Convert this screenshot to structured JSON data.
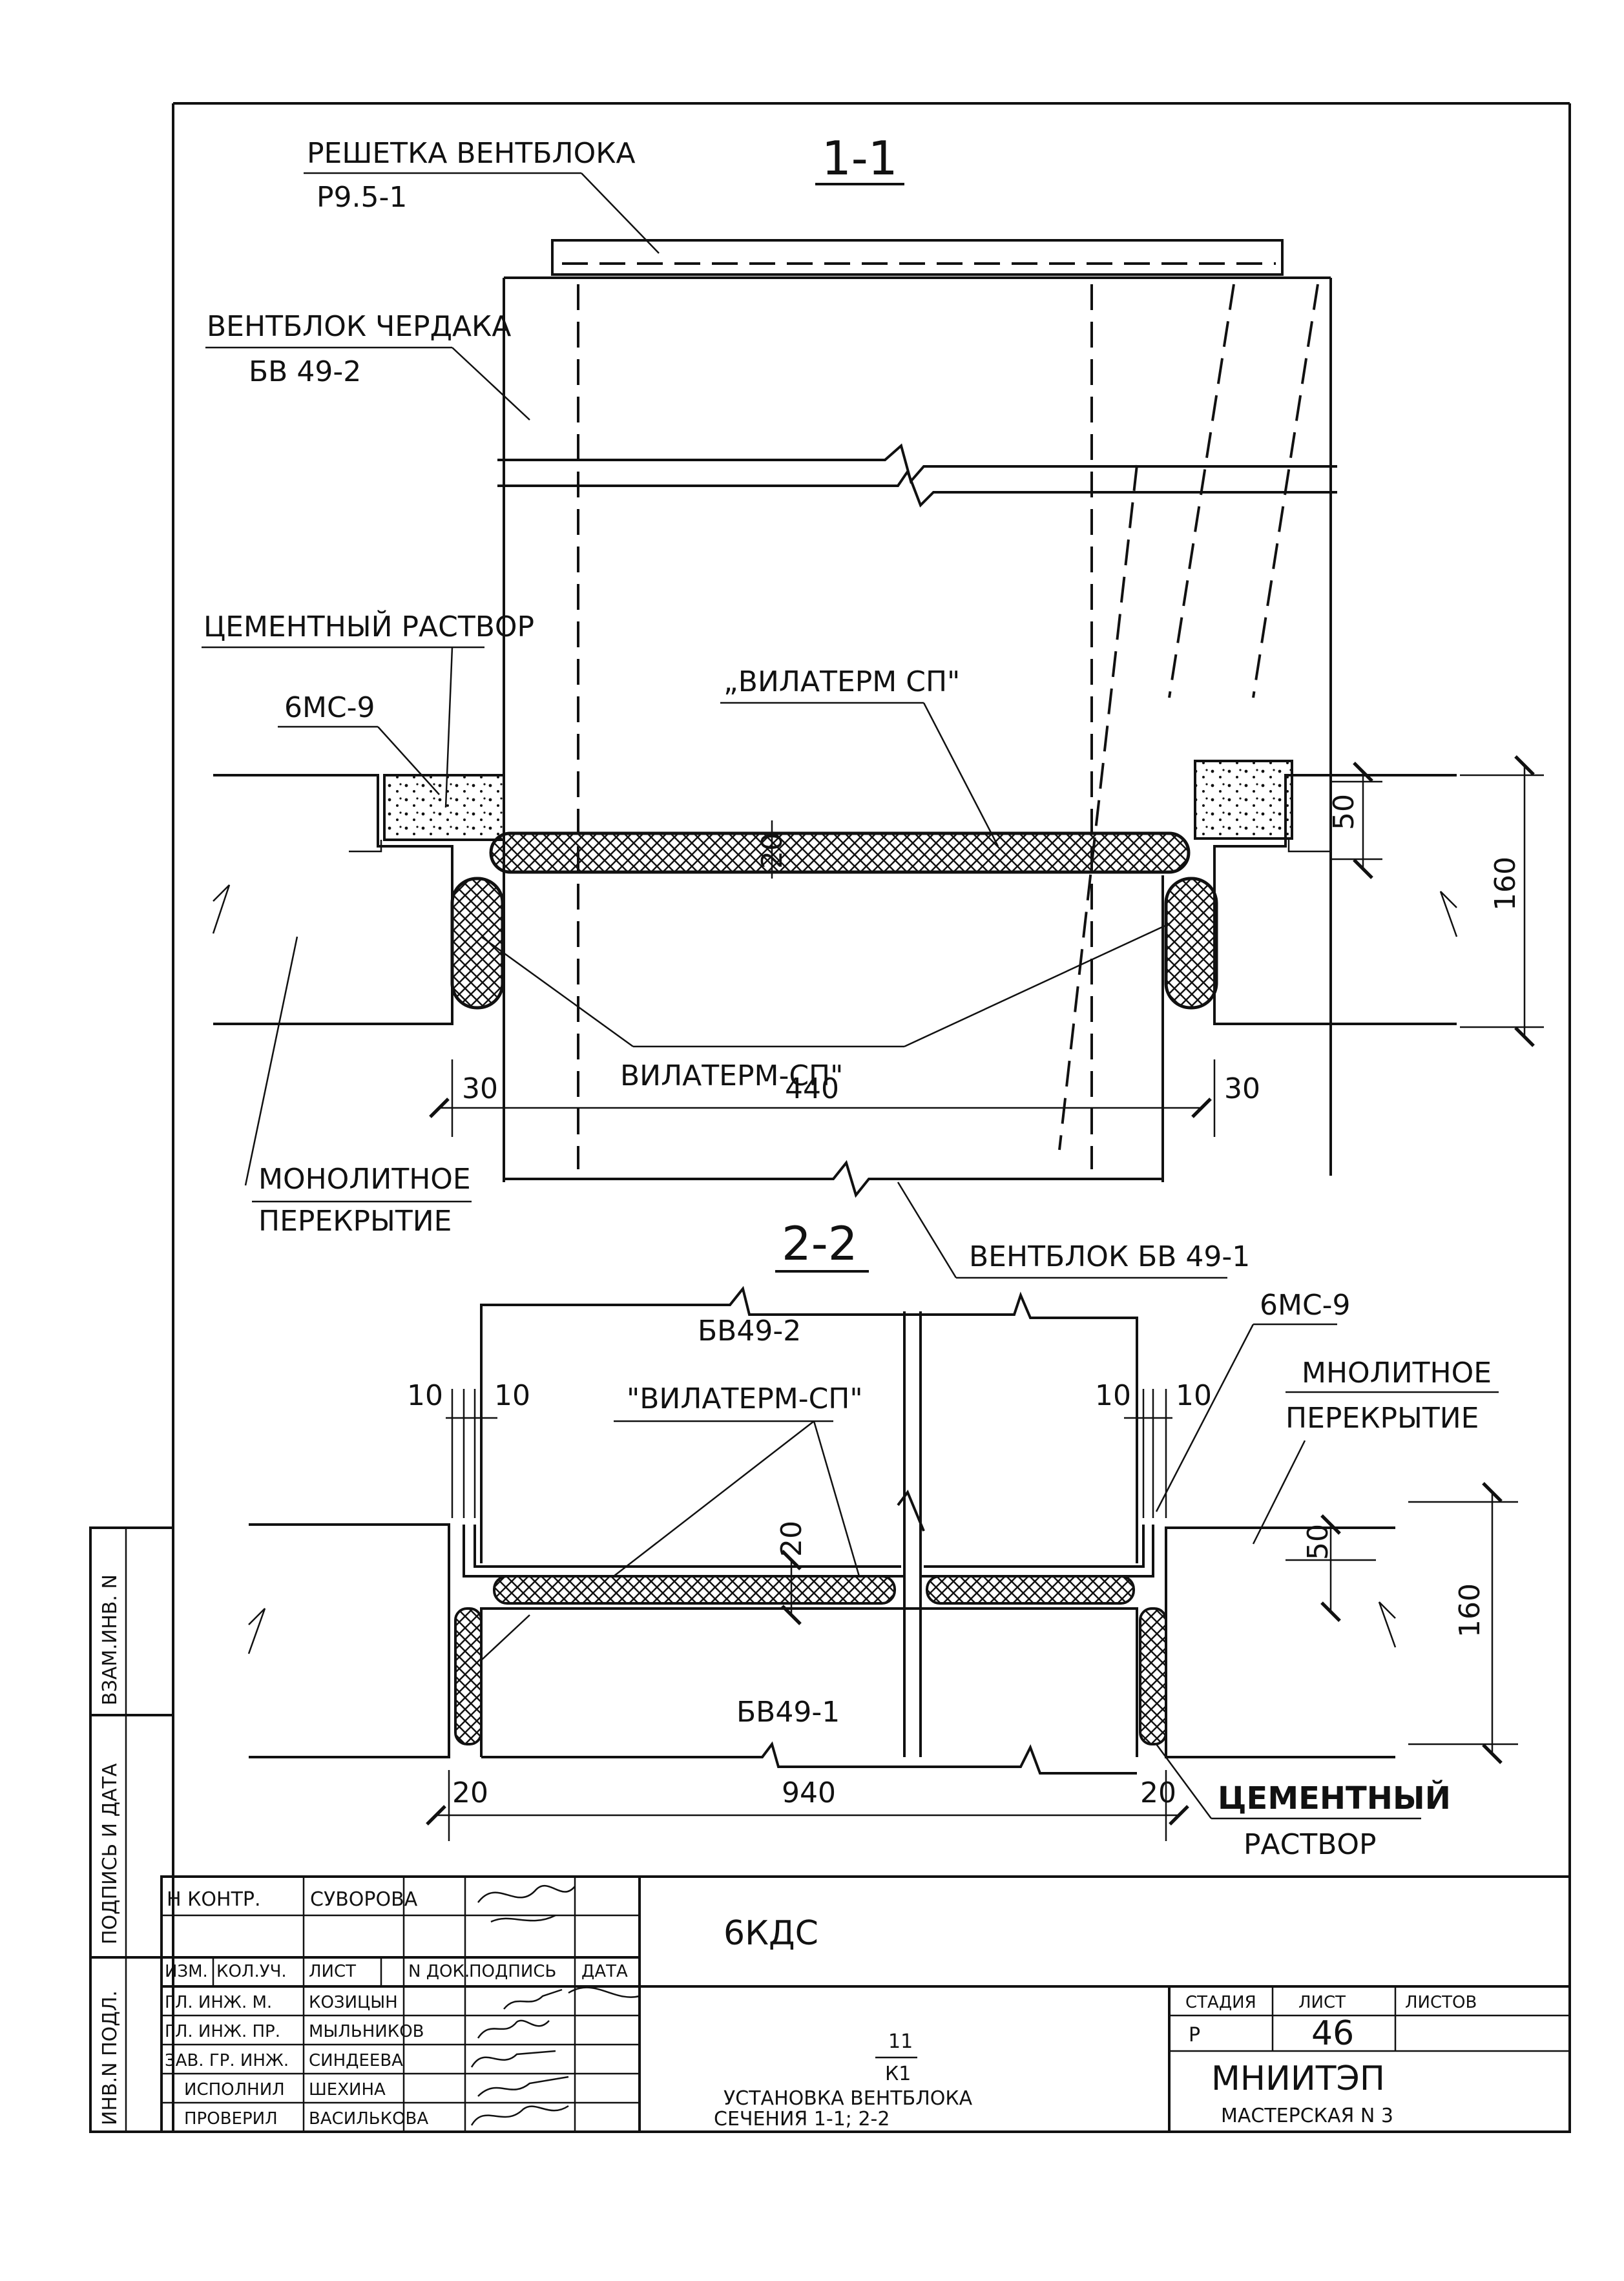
{
  "section_1": {
    "title": "1-1",
    "grille_label": "РЕШЕТКА ВЕНТБЛОКА",
    "grille_code": "Р9.5-1",
    "attic_block_label": "ВЕНТБЛОК ЧЕРДАКА",
    "attic_block_code": "БВ 49-2",
    "mortar_label": "ЦЕМЕНТНЫЙ РАСТВОР",
    "sealant_label": "6МС-9",
    "vilaterm_top": "„ВИЛАТЕРМ СП\"",
    "vilaterm_bottom": "ВИЛАТЕРМ-СП\"",
    "slab_label_1": "МОНОЛИТНОЕ",
    "slab_label_2": "ПЕРЕКРЫТИЕ",
    "lower_block_label": "ВЕНТБЛОК БВ 49-1",
    "dim_20": "20",
    "dim_50": "50",
    "dim_160": "160",
    "dim_30_left": "30",
    "dim_440": "440",
    "dim_30_right": "30"
  },
  "section_2": {
    "title": "2-2",
    "upper_block": "БВ49-2",
    "lower_block": "БВ49-1",
    "sealant_label": "6МС-9",
    "slab_label_1": "МНОЛИТНОЕ",
    "slab_label_2": "ПЕРЕКРЫТИЕ",
    "vilaterm": "\"ВИЛАТЕРМ-СП\"",
    "mortar_label_1": "ЦЕМЕНТНЫЙ",
    "mortar_label_2": "РАСТВОР",
    "dim_10_a": "10",
    "dim_10_b": "10",
    "dim_10_c": "10",
    "dim_10_d": "10",
    "dim_20_vert": "20",
    "dim_50": "50",
    "dim_160": "160",
    "dim_20_left": "20",
    "dim_940": "940",
    "dim_20_right": "20"
  },
  "side_stamp": {
    "vzam": "ВЗАМ.ИНВ. N",
    "podpis": "ПОДПИСЬ И ДАТА",
    "inv": "ИНВ.N ПОДЛ."
  },
  "title_block": {
    "norm_control_role": "Н КОНТР.",
    "norm_control_name": "СУВОРОВА",
    "col_izm": "ИЗМ.",
    "col_koluch": "КОЛ.УЧ.",
    "col_list": "ЛИСТ",
    "col_ndok": "N ДОК.",
    "col_podpis": "ПОДПИСЬ",
    "col_data": "ДАТА",
    "staff": [
      {
        "role": "ГЛ. ИНЖ. М.",
        "name": "КОЗИЦЫН"
      },
      {
        "role": "ГЛ. ИНЖ. ПР.",
        "name": "МЫЛЬНИКОВ"
      },
      {
        "role": "ЗАВ. ГР. ИНЖ.",
        "name": "СИНДЕЕВА"
      },
      {
        "role": "ИСПОЛНИЛ",
        "name": "ШЕХИНА"
      },
      {
        "role": "ПРОВЕРИЛ",
        "name": "ВАСИЛЬКОВА"
      }
    ],
    "project_code": "6КДС",
    "drawing_num": "11",
    "drawing_sub": "К1",
    "drawing_title_1": "УСТАНОВКА ВЕНТБЛОКА",
    "drawing_title_2": "СЕЧЕНИЯ 1-1; 2-2",
    "stage_label": "СТАДИЯ",
    "sheet_label": "ЛИСТ",
    "sheets_label": "ЛИСТОВ",
    "stage_value": "Р",
    "sheet_value": "46",
    "org_name": "МНИИТЭП",
    "workshop": "МАСТЕРСКАЯ N 3"
  }
}
